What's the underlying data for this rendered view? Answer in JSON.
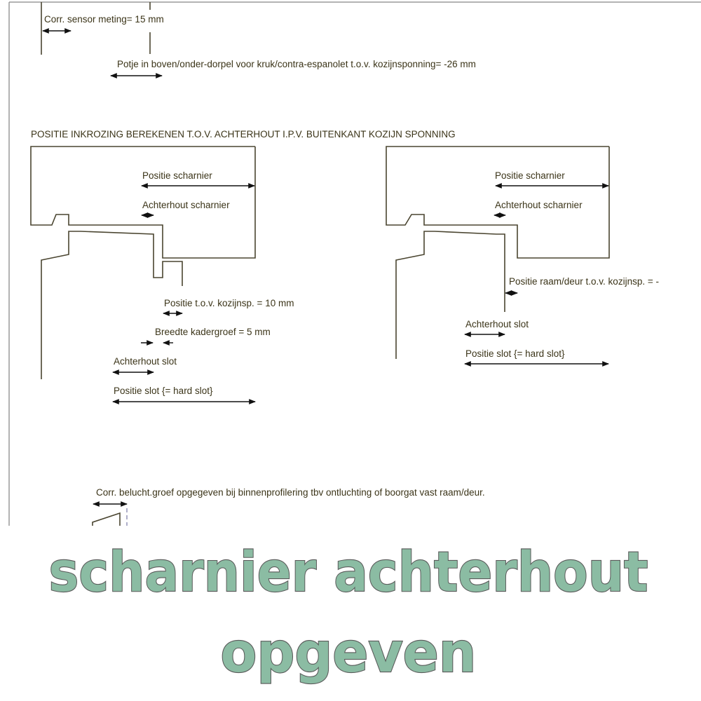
{
  "diagram": {
    "corr_sensor": "Corr. sensor meting= 15 mm",
    "potje": "Potje in boven/onder-dorpel voor kruk/contra-espanolet t.o.v. kozijnsponning= -26 mm",
    "heading": "POSITIE INKROZING BEREKENEN T.O.V. ACHTERHOUT I.P.V. BUITENKANT KOZIJN SPONNING",
    "left": {
      "positie_scharnier": "Positie scharnier",
      "achterhout_scharnier": "Achterhout scharnier",
      "positie_kozijnsp": "Positie t.o.v. kozijnsp. = 10 mm",
      "breedte_kadergroef": "Breedte kadergroef = 5 mm",
      "achterhout_slot": "Achterhout slot",
      "positie_slot": "Positie slot {= hard slot}"
    },
    "right": {
      "positie_scharnier": "Positie scharnier",
      "achterhout_scharnier": "Achterhout scharnier",
      "positie_raam": "Positie raam/deur t.o.v. kozijnsp. = -",
      "achterhout_slot": "Achterhout slot",
      "positie_slot": "Positie slot {= hard slot}"
    },
    "corr_belucht": "Corr. belucht.groef opgegeven bij binnenprofilering tbv ontluchting of boorgat vast raam/deur."
  },
  "title": {
    "line1": "scharnier achterhout",
    "line2": "opgeven"
  },
  "colors": {
    "title_fill": "#8bbca3",
    "title_stroke": "#5a5a5a",
    "label_text": "#3b3418"
  }
}
